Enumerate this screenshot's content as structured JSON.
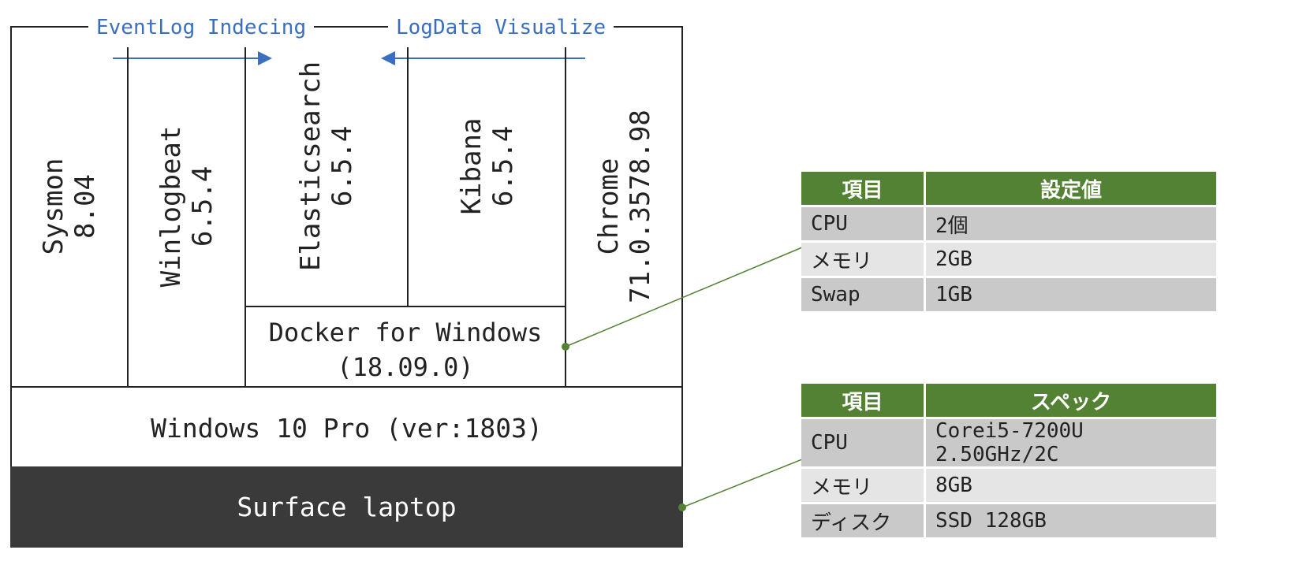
{
  "top_labels": {
    "eventlog": "EventLog Indecing",
    "logdata": "LogData Visualize"
  },
  "stack": {
    "sysmon": {
      "name": "Sysmon",
      "version": "8.04"
    },
    "winlogbeat": {
      "name": "Winlogbeat",
      "version": "6.5.4"
    },
    "elasticsearch": {
      "name": "Elasticsearch",
      "version": "6.5.4"
    },
    "kibana": {
      "name": "Kibana",
      "version": "6.5.4"
    },
    "chrome": {
      "name": "Chrome",
      "version": "71.0.3578.98"
    },
    "docker": {
      "line1": "Docker for Windows",
      "line2": "(18.09.0)"
    },
    "os": "Windows 10 Pro (ver:1803)",
    "hardware": "Surface laptop"
  },
  "docker_table": {
    "headers": [
      "項目",
      "設定値"
    ],
    "rows": [
      [
        "CPU",
        "2個"
      ],
      [
        "メモリ",
        "2GB"
      ],
      [
        "Swap",
        "1GB"
      ]
    ]
  },
  "hardware_table": {
    "headers": [
      "項目",
      "スペック"
    ],
    "rows": [
      [
        "CPU",
        "Corei5-7200U 2.50GHz/2C"
      ],
      [
        "メモリ",
        "8GB"
      ],
      [
        "ディスク",
        "SSD 128GB"
      ]
    ]
  },
  "colors": {
    "arrow": "#3a6fbf",
    "header_green": "#548235",
    "connector": "#548235",
    "hardware_fill": "#3a3a3a"
  }
}
